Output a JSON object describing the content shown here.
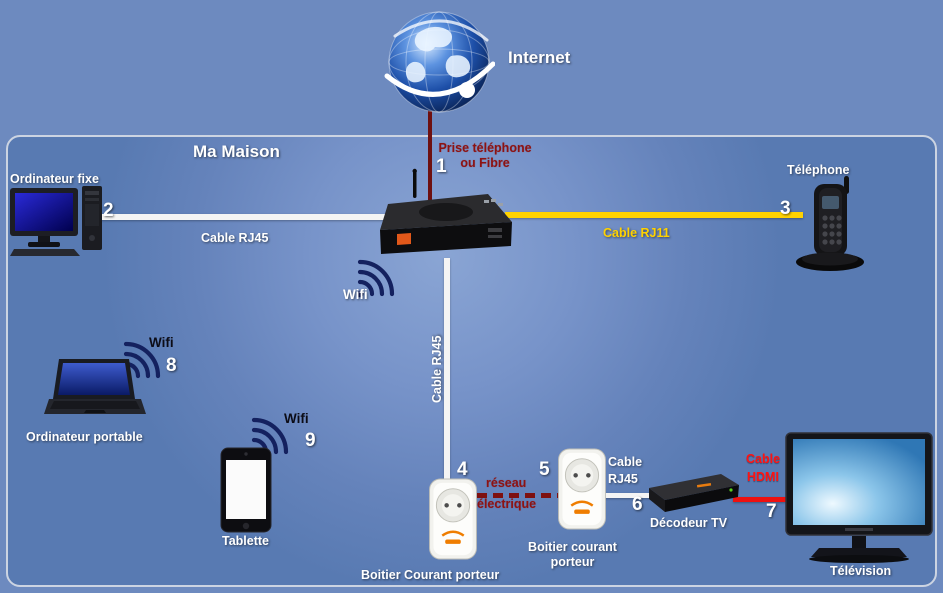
{
  "internet": {
    "label": "Internet"
  },
  "house_title": "Ma Maison",
  "colors": {
    "background": "#6d8abf",
    "house_glow": "#8aa5d4",
    "cable_white": "#f4f4f4",
    "cable_rj11_yellow": "#ffd200",
    "cable_hdmi_red": "#ee1111",
    "fiber_dark_red": "#6e1010",
    "label_dark_red": "#8c1313"
  },
  "connections": {
    "prise_line1": "Prise téléphone",
    "prise_line2": "ou Fibre",
    "cable_rj45_desktop": "Cable RJ45",
    "cable_rj11": "Cable RJ11",
    "cable_rj45_down": "Cable RJ45",
    "reseau_line1": "réseau",
    "reseau_line2": "électrique",
    "cable_rj45_cpl_line1": "Cable",
    "cable_rj45_cpl_line2": "RJ45",
    "cable_hdmi_line1": "Cable",
    "cable_hdmi_line2": "HDMI",
    "wifi_router": "Wifi",
    "wifi_laptop": "Wifi",
    "wifi_tablet": "Wifi"
  },
  "devices": {
    "ordinateur_fixe": "Ordinateur fixe",
    "telephone": "Téléphone",
    "ordinateur_portable": "Ordinateur portable",
    "tablette": "Tablette",
    "cpl1": "Boitier Courant porteur",
    "cpl2_line1": "Boitier courant",
    "cpl2_line2": "porteur",
    "decodeur": "Décodeur TV",
    "television": "Télévision"
  },
  "numbers": {
    "n1": "1",
    "n2": "2",
    "n3": "3",
    "n4": "4",
    "n5": "5",
    "n6": "6",
    "n7": "7",
    "n8": "8",
    "n9": "9"
  }
}
